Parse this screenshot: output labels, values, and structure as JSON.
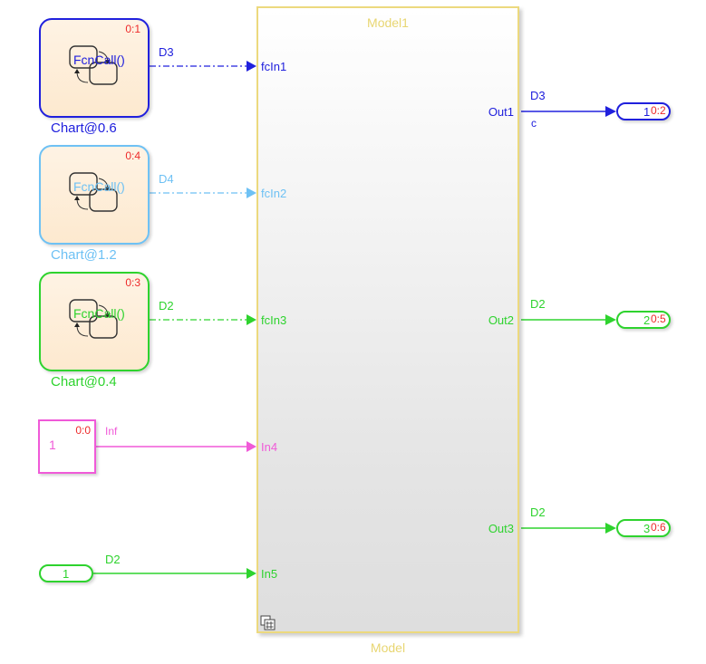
{
  "colors": {
    "blue": "#2020dd",
    "light_blue": "#6ec1f4",
    "green": "#2ed32e",
    "magenta": "#f05ad8",
    "red": "#ee2a2a",
    "model_border": "#ecd97e",
    "model_label": "#ecd97e"
  },
  "charts": [
    {
      "name": "Chart@0.6",
      "sample_time": "0:1",
      "fcn_label": "FcnCall()",
      "signal": "D3",
      "color": "#2020dd"
    },
    {
      "name": "Chart@1.2",
      "sample_time": "0:4",
      "fcn_label": "FcnCall()",
      "signal": "D4",
      "color": "#6ec1f4"
    },
    {
      "name": "Chart@0.4",
      "sample_time": "0:3",
      "fcn_label": "FcnCall()",
      "signal": "D2",
      "color": "#2ed32e"
    }
  ],
  "constant": {
    "value": "1",
    "sample_time": "0:0",
    "signal": "Inf"
  },
  "inport": {
    "value": "1",
    "signal": "D2"
  },
  "model": {
    "title": "Model1",
    "caption": "Model",
    "inputs": [
      "fcIn1",
      "fcIn2",
      "fcIn3",
      "In4",
      "In5"
    ],
    "outputs": [
      "Out1",
      "Out2",
      "Out3"
    ]
  },
  "outports": [
    {
      "number": "1",
      "sample_time": "0:2",
      "signal": "D3",
      "sub_label": "c"
    },
    {
      "number": "2",
      "sample_time": "0:5",
      "signal": "D2"
    },
    {
      "number": "3",
      "sample_time": "0:6",
      "signal": "D2"
    }
  ]
}
